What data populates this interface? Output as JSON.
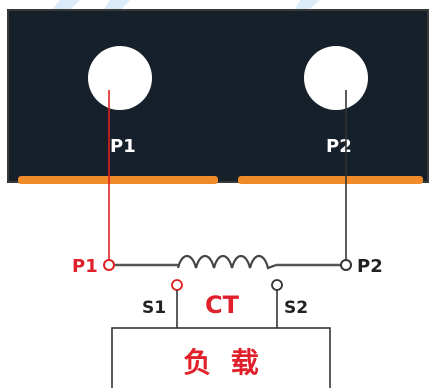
{
  "diagram": {
    "terminals": {
      "top_left_label": "P1",
      "top_right_label": "P2",
      "left_label": "P1",
      "right_label": "P2"
    },
    "ct": {
      "label": "CT",
      "s1_label": "S1",
      "s2_label": "S2"
    },
    "load": {
      "label": "负  载"
    },
    "colors": {
      "panel": "#15202a",
      "panel_border": "#3a3a3a",
      "orange": "#f08a2a",
      "red": "#e02020",
      "text_red": "#e0202a",
      "line": "#333333",
      "white": "#ffffff"
    }
  }
}
